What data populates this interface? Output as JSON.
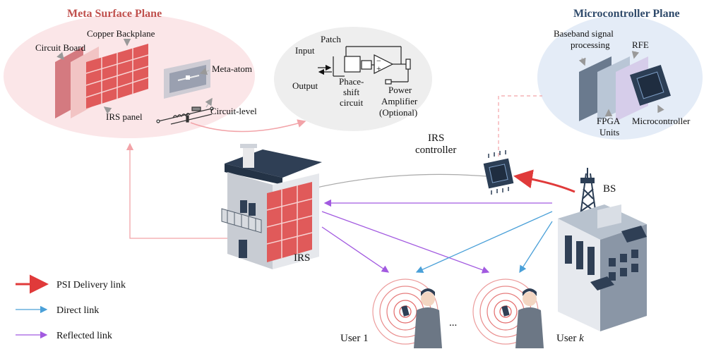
{
  "meta_plane": {
    "title": "Meta Surface Plane",
    "copper_backplane": "Copper Backplane",
    "circuit_board": "Circuit Board",
    "meta_atom": "Meta-atom",
    "irs_panel": "IRS panel",
    "circuit_level": "Circuit-level"
  },
  "circuit": {
    "patch": "Patch",
    "input": "Input",
    "output": "Output",
    "phase_shift_1": "Phace-",
    "phase_shift_2": "shift",
    "phase_shift_3": "circuit",
    "amp_1": "Power",
    "amp_2": "Amplifier",
    "amp_3": "(Optional)"
  },
  "micro_plane": {
    "title": "Microcontroller Plane",
    "baseband_1": "Baseband signal",
    "baseband_2": "processing",
    "rfe": "RFE",
    "fpga_1": "FPGA",
    "fpga_2": "Units",
    "microcontroller": "Microcontroller"
  },
  "scene": {
    "irs_controller_1": "IRS",
    "irs_controller_2": "controller",
    "bs": "BS",
    "irs": "IRS",
    "user1": "User 1",
    "userk_prefix": "User ",
    "userk_italic": "k",
    "dots": "..."
  },
  "legend": {
    "psi": "PSI Delivery link",
    "direct": "Direct link",
    "reflected": "Reflected link"
  },
  "colors": {
    "psi": "#e03a3a",
    "direct": "#4aa0d8",
    "reflected": "#a25ae0",
    "meta_bg": "#fbe6e8",
    "micro_bg": "#e4ecf7",
    "irs_red": "#e05a5a"
  }
}
